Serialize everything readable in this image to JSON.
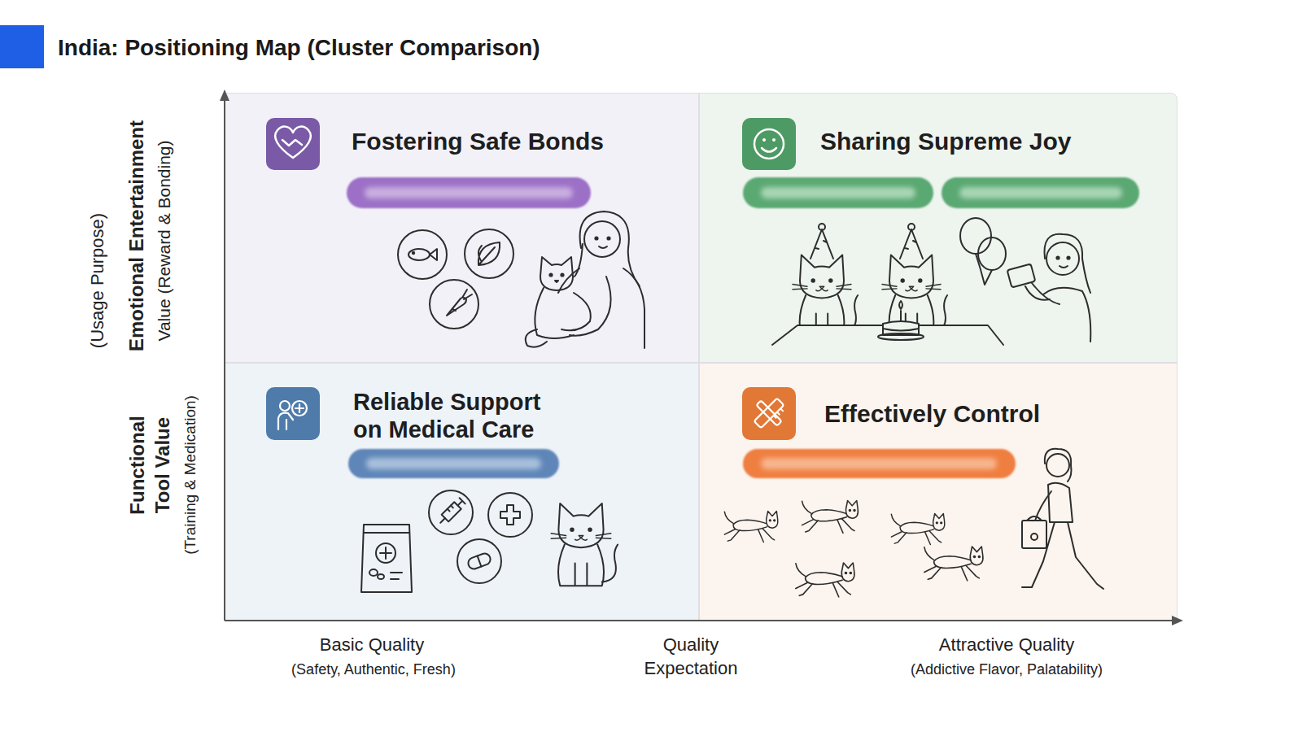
{
  "diagram": {
    "title": "India: Positioning Map (Cluster Comparison)",
    "nodes": [
      {
        "text": [
          "Fostering Safe Bonds"
        ]
      },
      {
        "text": [
          "Sharing Supreme Joy"
        ]
      },
      {
        "text": [
          "Reliable Support on Medical Care"
        ]
      },
      {
        "text": [
          "Effectively Control"
        ]
      }
    ],
    "labels": [
      "(Usage Purpose)",
      "Emotional Entertainment",
      "Value (Reward & Bonding)",
      "Functional Tool Value",
      "(Training & Medication)",
      "Basic Quality",
      "(Safety, Authentic, Fresh)",
      "Quality Expectation",
      "Attractive Quality",
      "(Addictive Flavor, Palatability)"
    ]
  }
}
